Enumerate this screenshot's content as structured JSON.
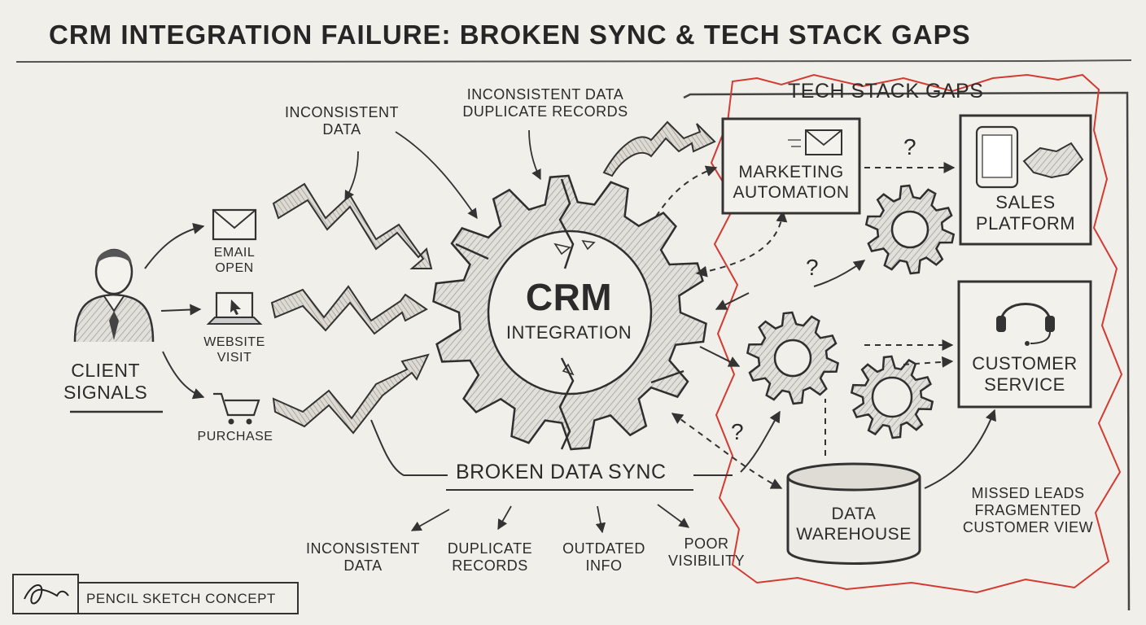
{
  "title": "CRM INTEGRATION FAILURE: BROKEN SYNC & TECH STACK GAPS",
  "client": {
    "label_lines": [
      "CLIENT",
      "SIGNALS"
    ]
  },
  "signals": [
    {
      "lines": [
        "EMAIL",
        "OPEN"
      ],
      "icon": "envelope-icon"
    },
    {
      "lines": [
        "WEBSITE",
        "VISIT"
      ],
      "icon": "laptop-icon"
    },
    {
      "lines": [
        "PURCHASE"
      ],
      "icon": "cart-icon"
    }
  ],
  "crm": {
    "title": "CRM",
    "subtitle": "INTEGRATION"
  },
  "top_annotations": [
    {
      "lines": [
        "INCONSISTENT",
        "DATA"
      ]
    },
    {
      "lines": [
        "INCONSISTENT DATA",
        "DUPLICATE RECORDS"
      ]
    }
  ],
  "tech_stack": {
    "title": "TECH STACK GAPS",
    "systems": [
      {
        "lines": [
          "MARKETING",
          "AUTOMATION"
        ],
        "icon": "envelope-icon"
      },
      {
        "lines": [
          "SALES",
          "PLATFORM"
        ],
        "icon": "phone-handshake-icon"
      },
      {
        "lines": [
          "CUSTOMER",
          "SERVICE"
        ],
        "icon": "headset-icon"
      }
    ],
    "warehouse": {
      "lines": [
        "DATA",
        "WAREHOUSE"
      ]
    },
    "unknown_marker": "?"
  },
  "broken_sync": {
    "title": "BROKEN DATA SYNC",
    "issues": [
      {
        "lines": [
          "INCONSISTENT",
          "DATA"
        ]
      },
      {
        "lines": [
          "DUPLICATE",
          "RECORDS"
        ]
      },
      {
        "lines": [
          "OUTDATED",
          "INFO"
        ]
      },
      {
        "lines": [
          "POOR",
          "VISIBILITY"
        ]
      }
    ]
  },
  "missed": {
    "lines": [
      "MISSED LEADS",
      "FRAGMENTED",
      "CUSTOMER VIEW"
    ]
  },
  "footer": {
    "label": "PENCIL SKETCH CONCEPT"
  },
  "colors": {
    "paper": "#f1efe9",
    "ink": "#2b2b2b",
    "gap_red": "#d23a32",
    "shade": "#8f8f8f"
  }
}
